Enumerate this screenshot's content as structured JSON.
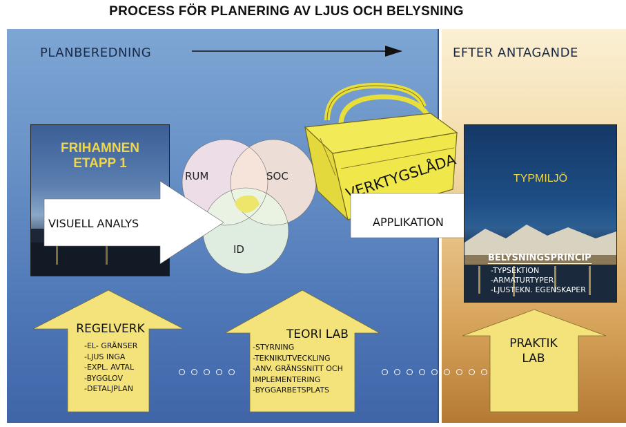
{
  "title": "PROCESS FÖR PLANERING AV LJUS OCH BELYSNING",
  "phases": {
    "left": "PLANBEREDNING",
    "right": "EFTER ANTAGANDE"
  },
  "frihamnen": {
    "name": "FRIHAMNEN",
    "stage": "ETAPP 1"
  },
  "arrows": {
    "visuell": "VISUELL ANALYS",
    "applikation": "APPLIKATION"
  },
  "venn": {
    "rum": "RUM",
    "soc": "SOC",
    "id": "ID"
  },
  "toolbox": {
    "label": "VERKTYGSLÅDA"
  },
  "typmiljo": {
    "label": "TYPMILJÖ",
    "belysning_head": "BELYSNINGSPRINCIP",
    "belysning_items": [
      "-TYPSEKTION",
      "-ARMATURTYPER",
      "-LJUSTEKN. EGENSKAPER"
    ]
  },
  "regelverk": {
    "title": "REGELVERK",
    "items": [
      "-EL- GRÄNSER",
      "-LJUS INGA",
      "-EXPL. AVTAL",
      "-BYGGLOV",
      "-DETALJPLAN"
    ]
  },
  "teori": {
    "title": "TEORI LAB",
    "items": [
      "-STYRNING",
      "-TEKNIKUTVECKLING",
      "-ANV. GRÄNSSNITT OCH",
      "IMPLEMENTERING",
      "-BYGGARBETSPLATS"
    ]
  },
  "praktik": {
    "title_line1": "PRAKTIK",
    "title_line2": "LAB"
  },
  "colors": {
    "blue_panel": "#5a84c0",
    "sand_panel": "#e8c488",
    "arrow_yellow": "#f3e37a",
    "toolbox_yellow": "#f0e84a"
  }
}
